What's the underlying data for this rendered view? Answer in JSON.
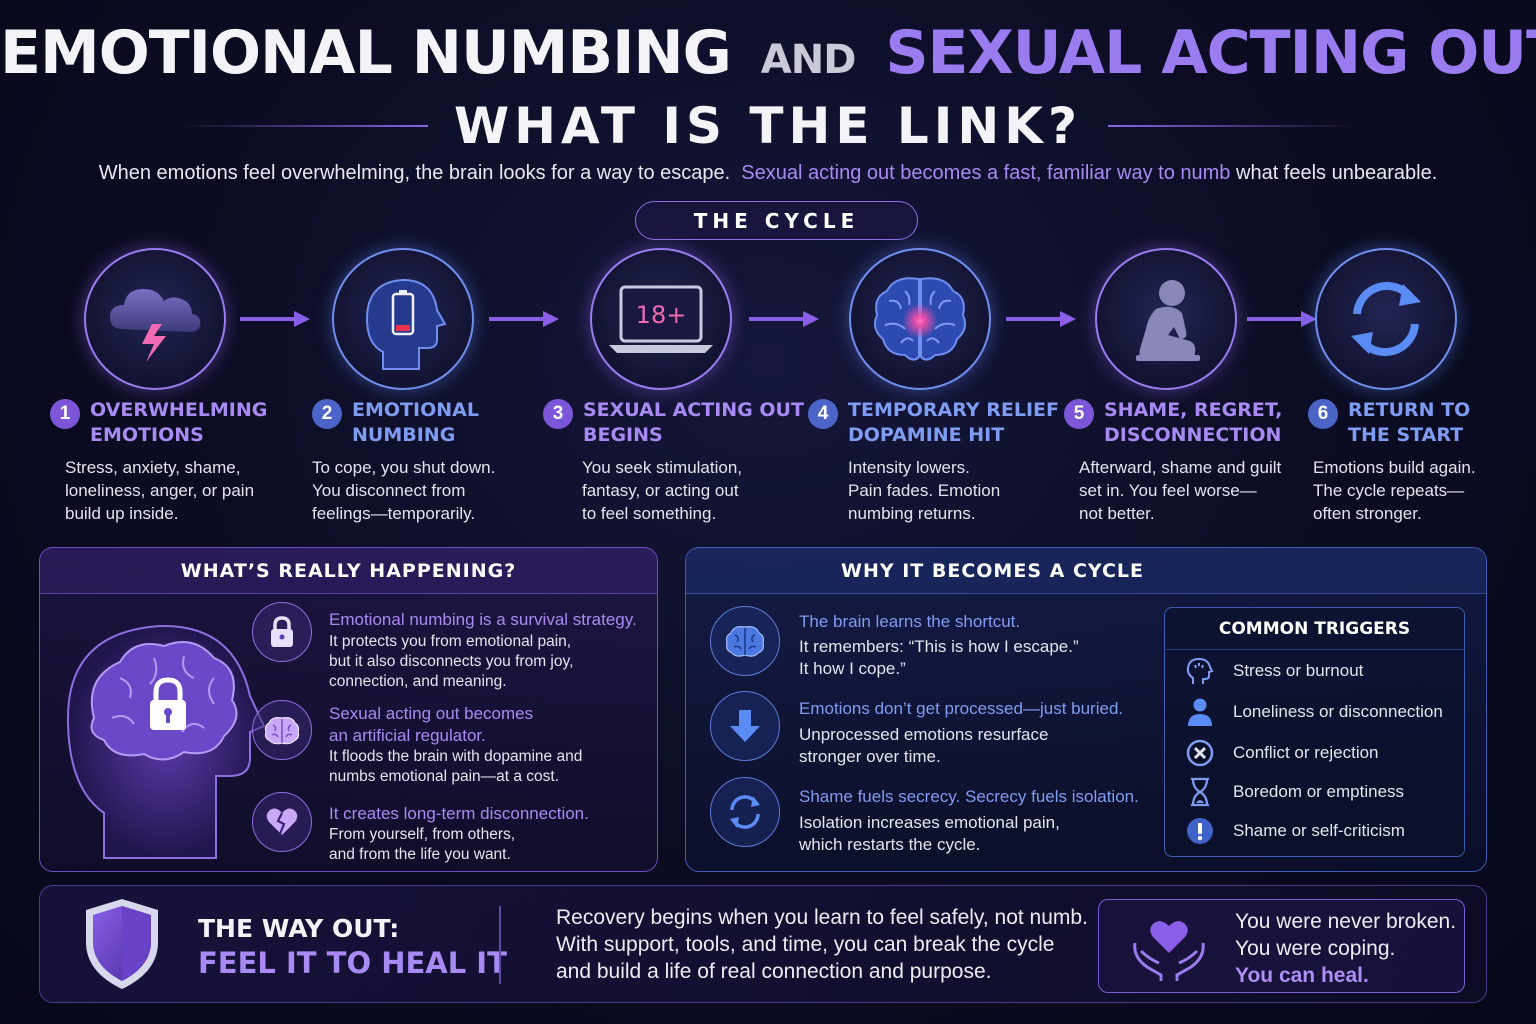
{
  "header": {
    "title_part1": "EMOTIONAL NUMBING",
    "title_and": "AND",
    "title_part2": "SEXUAL ACTING OUT:",
    "subtitle": "WHAT IS THE LINK?",
    "intro_plain1": "When emotions feel overwhelming, the brain looks for a way to escape.",
    "intro_highlight": "Sexual acting out becomes a fast, familiar way to numb",
    "intro_plain2": "what feels unbearable."
  },
  "cycle": {
    "label": "THE CYCLE",
    "steps": [
      {
        "number": "1",
        "title_line1": "OVERWHELMING",
        "title_line2": "EMOTIONS",
        "desc": "Stress, anxiety, shame,\nloneliness, anger, or pain\nbuild up inside.",
        "icon": "storm-cloud-icon"
      },
      {
        "number": "2",
        "title_line1": "EMOTIONAL",
        "title_line2": "NUMBING",
        "desc": "To cope, you shut down.\nYou disconnect from\nfeelings—temporarily.",
        "icon": "low-battery-head-icon"
      },
      {
        "number": "3",
        "title_line1": "SEXUAL ACTING OUT",
        "title_line2": "BEGINS",
        "desc": "You seek stimulation,\nfantasy, or acting out\nto feel something.",
        "icon": "laptop-18plus-icon",
        "screen_label": "18+"
      },
      {
        "number": "4",
        "title_line1": "TEMPORARY RELIEF /",
        "title_line2": "DOPAMINE HIT",
        "desc": "Intensity lowers.\nPain fades. Emotion\nnumbing returns.",
        "icon": "glowing-brain-icon"
      },
      {
        "number": "5",
        "title_line1": "SHAME, REGRET,",
        "title_line2": "DISCONNECTION",
        "desc": "Afterward, shame and guilt\nset in. You feel worse—\nnot better.",
        "icon": "sitting-person-icon"
      },
      {
        "number": "6",
        "title_line1": "RETURN TO",
        "title_line2": "THE START",
        "desc": "Emotions build again.\nThe cycle repeats—\noften stronger.",
        "icon": "cycle-arrows-icon"
      }
    ]
  },
  "whats_happening": {
    "heading": "WHAT’S REALLY HAPPENING?",
    "items": [
      {
        "title": "Emotional numbing is a survival strategy.",
        "desc": "It protects you from emotional pain,\nbut it also disconnects you from joy,\nconnection, and meaning.",
        "icon": "lock-icon"
      },
      {
        "title": "Sexual acting out becomes\nan artificial regulator.",
        "desc": "It floods the brain with dopamine and\nnumbs emotional pain—at a cost.",
        "icon": "brain-icon"
      },
      {
        "title": "It creates long-term disconnection.",
        "desc": "From yourself, from others,\nand from the life you want.",
        "icon": "broken-heart-icon"
      }
    ]
  },
  "why_cycle": {
    "heading": "WHY IT BECOMES A CYCLE",
    "items": [
      {
        "title": "The brain learns the shortcut.",
        "desc": "It remembers: “This is how I escape.”\nIt how I cope.”",
        "icon": "brain-icon"
      },
      {
        "title": "Emotions don’t get processed—just buried.",
        "desc": "Unprocessed emotions resurface\nstronger over time.",
        "icon": "down-arrow-icon"
      },
      {
        "title": "Shame fuels secrecy. Secrecy fuels isolation.",
        "desc": "Isolation increases emotional pain,\nwhich restarts the cycle.",
        "icon": "cycle-arrows-icon"
      }
    ],
    "triggers": {
      "heading": "COMMON TRIGGERS",
      "items": [
        {
          "label": "Stress or burnout",
          "icon": "stressed-head-icon"
        },
        {
          "label": "Loneliness or disconnection",
          "icon": "person-icon"
        },
        {
          "label": "Conflict or rejection",
          "icon": "x-circle-icon"
        },
        {
          "label": "Boredom or emptiness",
          "icon": "hourglass-icon"
        },
        {
          "label": "Shame or self-criticism",
          "icon": "exclamation-icon"
        }
      ]
    }
  },
  "way_out": {
    "title": "THE WAY OUT:",
    "subtitle": "FEEL IT TO HEAL IT",
    "recovery": "Recovery begins when you learn to feel safely, not numb.\nWith support, tools, and time, you can break the cycle\nand build a life of real connection and purpose.",
    "heal_line1": "You were never broken.",
    "heal_line2": "You were coping.",
    "heal_line3": "You can heal."
  },
  "colors": {
    "accent_purple": "#9b7bf0",
    "accent_blue": "#7f9cf5",
    "background": "#0b0c22",
    "pink_glow": "#e84fa8"
  }
}
